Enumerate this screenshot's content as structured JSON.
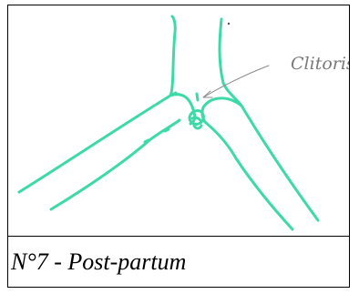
{
  "annotation": {
    "label": "Clitoris"
  },
  "caption": {
    "number": "N°7",
    "separator": " - ",
    "title": "Post-partum"
  },
  "colors": {
    "stroke": "#3ddaa6",
    "pencil": "#8a8a8a"
  }
}
